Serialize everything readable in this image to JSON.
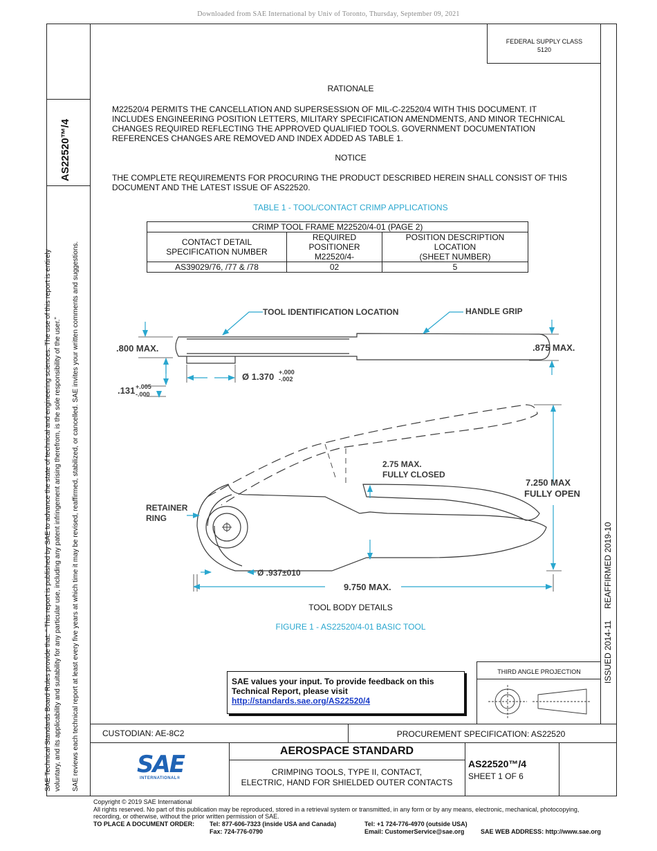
{
  "download_note": "Downloaded from SAE International by Univ of Toronto, Thursday, September 09, 2021",
  "federal_supply": {
    "line1": "FEDERAL SUPPLY CLASS",
    "line2": "5120"
  },
  "doc_id_vertical": "AS22520™/4",
  "rationale": {
    "heading": "RATIONALE",
    "lines": [
      "M22520/4 PERMITS THE CANCELLATION AND SUPERSESSION OF MIL-C-22520/4 WITH THIS DOCUMENT. IT",
      "INCLUDES ENGINEERING POSITION LETTERS, MILITARY SPECIFICATION AMENDMENTS, AND MINOR TECHNICAL",
      "CHANGES REQUIRED REFLECTING THE APPROVED QUALIFIED TOOLS. GOVERNMENT DOCUMENTATION",
      "REFERENCES CHANGES ARE REMOVED AND INDEX ADDED AS TABLE 1."
    ]
  },
  "notice": {
    "heading": "NOTICE",
    "lines": [
      "THE COMPLETE REQUIREMENTS FOR PROCURING THE PRODUCT DESCRIBED HEREIN SHALL CONSIST OF THIS",
      "DOCUMENT AND THE LATEST ISSUE OF AS22520."
    ]
  },
  "table1": {
    "caption": "TABLE 1 - TOOL/CONTACT CRIMP APPLICATIONS",
    "frame_header": "CRIMP TOOL FRAME M22520/4-01 (PAGE 2)",
    "columns": [
      [
        "",
        "CONTACT DETAIL",
        "SPECIFICATION NUMBER"
      ],
      [
        "REQUIRED",
        "POSITIONER",
        "M22520/4-"
      ],
      [
        "POSITION DESCRIPTION",
        "LOCATION",
        "(SHEET NUMBER)"
      ]
    ],
    "rows": [
      [
        "AS39029/76, /77 & /78",
        "02",
        "5"
      ]
    ]
  },
  "figure": {
    "labels": {
      "tool_id": "TOOL IDENTIFICATION LOCATION",
      "handle_grip": "HANDLE GRIP",
      "max800": ".800 MAX.",
      "max875": ".875 MAX.",
      "dia1370": "Ø 1.370",
      "dia1370_tol_plus": "+.000",
      "dia1370_tol_minus": "-.002",
      "t131": ".131",
      "t131_tol_plus": "+.005",
      "t131_tol_minus": "-.000",
      "max275": "2.75 MAX.",
      "fully_closed": "FULLY CLOSED",
      "max7250": "7.250 MAX",
      "fully_open": "FULLY OPEN",
      "retainer1": "RETAINER",
      "retainer2": "RING",
      "dia937": "Ø .937±010",
      "max9750": "9.750 MAX."
    },
    "subcaption": "TOOL BODY DETAILS",
    "caption": "FIGURE 1 - AS22520/4-01 BASIC TOOL"
  },
  "feedback": {
    "line1": "SAE values your input. To provide feedback on this",
    "line2": "Technical Report, please visit",
    "link": "http://standards.sae.org/AS22520/4"
  },
  "third_angle": "THIRD ANGLE PROJECTION",
  "right_vertical": {
    "issued": "ISSUED 2014-11",
    "reaffirmed": "REAFFIRMED 2019-10"
  },
  "left_vertical": {
    "line1": "SAE Technical Standards Board Rules provide that: “  This report is published by SAE to advance the state of technical and engineering sciences. The use of this report is entirely",
    "line2": "voluntary, and its applicability and suitability for any particular use, including any patent infringement arising therefrom, is the sole responsibility of the user.”",
    "line3": "SAE reviews each technical report at least every five years at which time it may be revised, reaffirmed, stabilized, or cancelled. SAE invites your written comments and suggestions."
  },
  "title_block": {
    "custodian": "CUSTODIAN: AE-8C2",
    "procurement": "PROCUREMENT SPECIFICATION: AS22520",
    "std_title": "AEROSPACE STANDARD",
    "desc_line1": "CRIMPING TOOLS, TYPE II, CONTACT,",
    "desc_line2": "ELECTRIC, HAND FOR SHIELDED OUTER CONTACTS",
    "doc_number": "AS22520™/4",
    "sheet": "SHEET 1 OF 6",
    "logo_text": "SAE",
    "logo_sub": "INTERNATIONAL®"
  },
  "footer": {
    "copyright": "Copyright © 2019 SAE International",
    "rights1": "All rights reserved. No part of this publication may be reproduced, stored in a retrieval system or transmitted, in any form or by any means, electronic, mechanical, photocopying,",
    "rights2": "recording, or otherwise, without the prior written permission of SAE.",
    "order_label": "TO PLACE A DOCUMENT ORDER:",
    "tel1": "Tel: 877-606-7323 (inside USA and Canada)",
    "fax": "Fax: 724-776-0790",
    "tel2": "Tel: +1 724-776-4970 (outside USA)",
    "email": "Email: CustomerService@sae.org",
    "web": "SAE WEB ADDRESS: http://www.sae.org"
  },
  "colors": {
    "caption_cyan": "#2aa7cf",
    "link_blue": "#1a3cc8",
    "logo_blue": "#1f63b5"
  }
}
